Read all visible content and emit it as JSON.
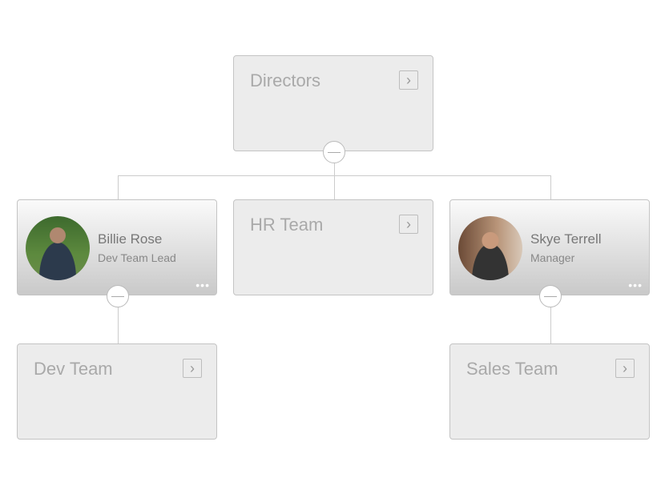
{
  "nodes": {
    "directors": {
      "title": "Directors"
    },
    "hr": {
      "title": "HR Team"
    },
    "dev": {
      "title": "Dev Team"
    },
    "sales": {
      "title": "Sales Team"
    },
    "billie": {
      "name": "Billie Rose",
      "role": "Dev Team Lead"
    },
    "skye": {
      "name": "Skye Terrell",
      "role": "Manager"
    }
  },
  "icons": {
    "nav": "chevron-right-icon",
    "more": "ellipsis-icon",
    "toggle": "collapse-minus-icon"
  },
  "glyphs": {
    "chevron": "›",
    "more": "•••"
  }
}
